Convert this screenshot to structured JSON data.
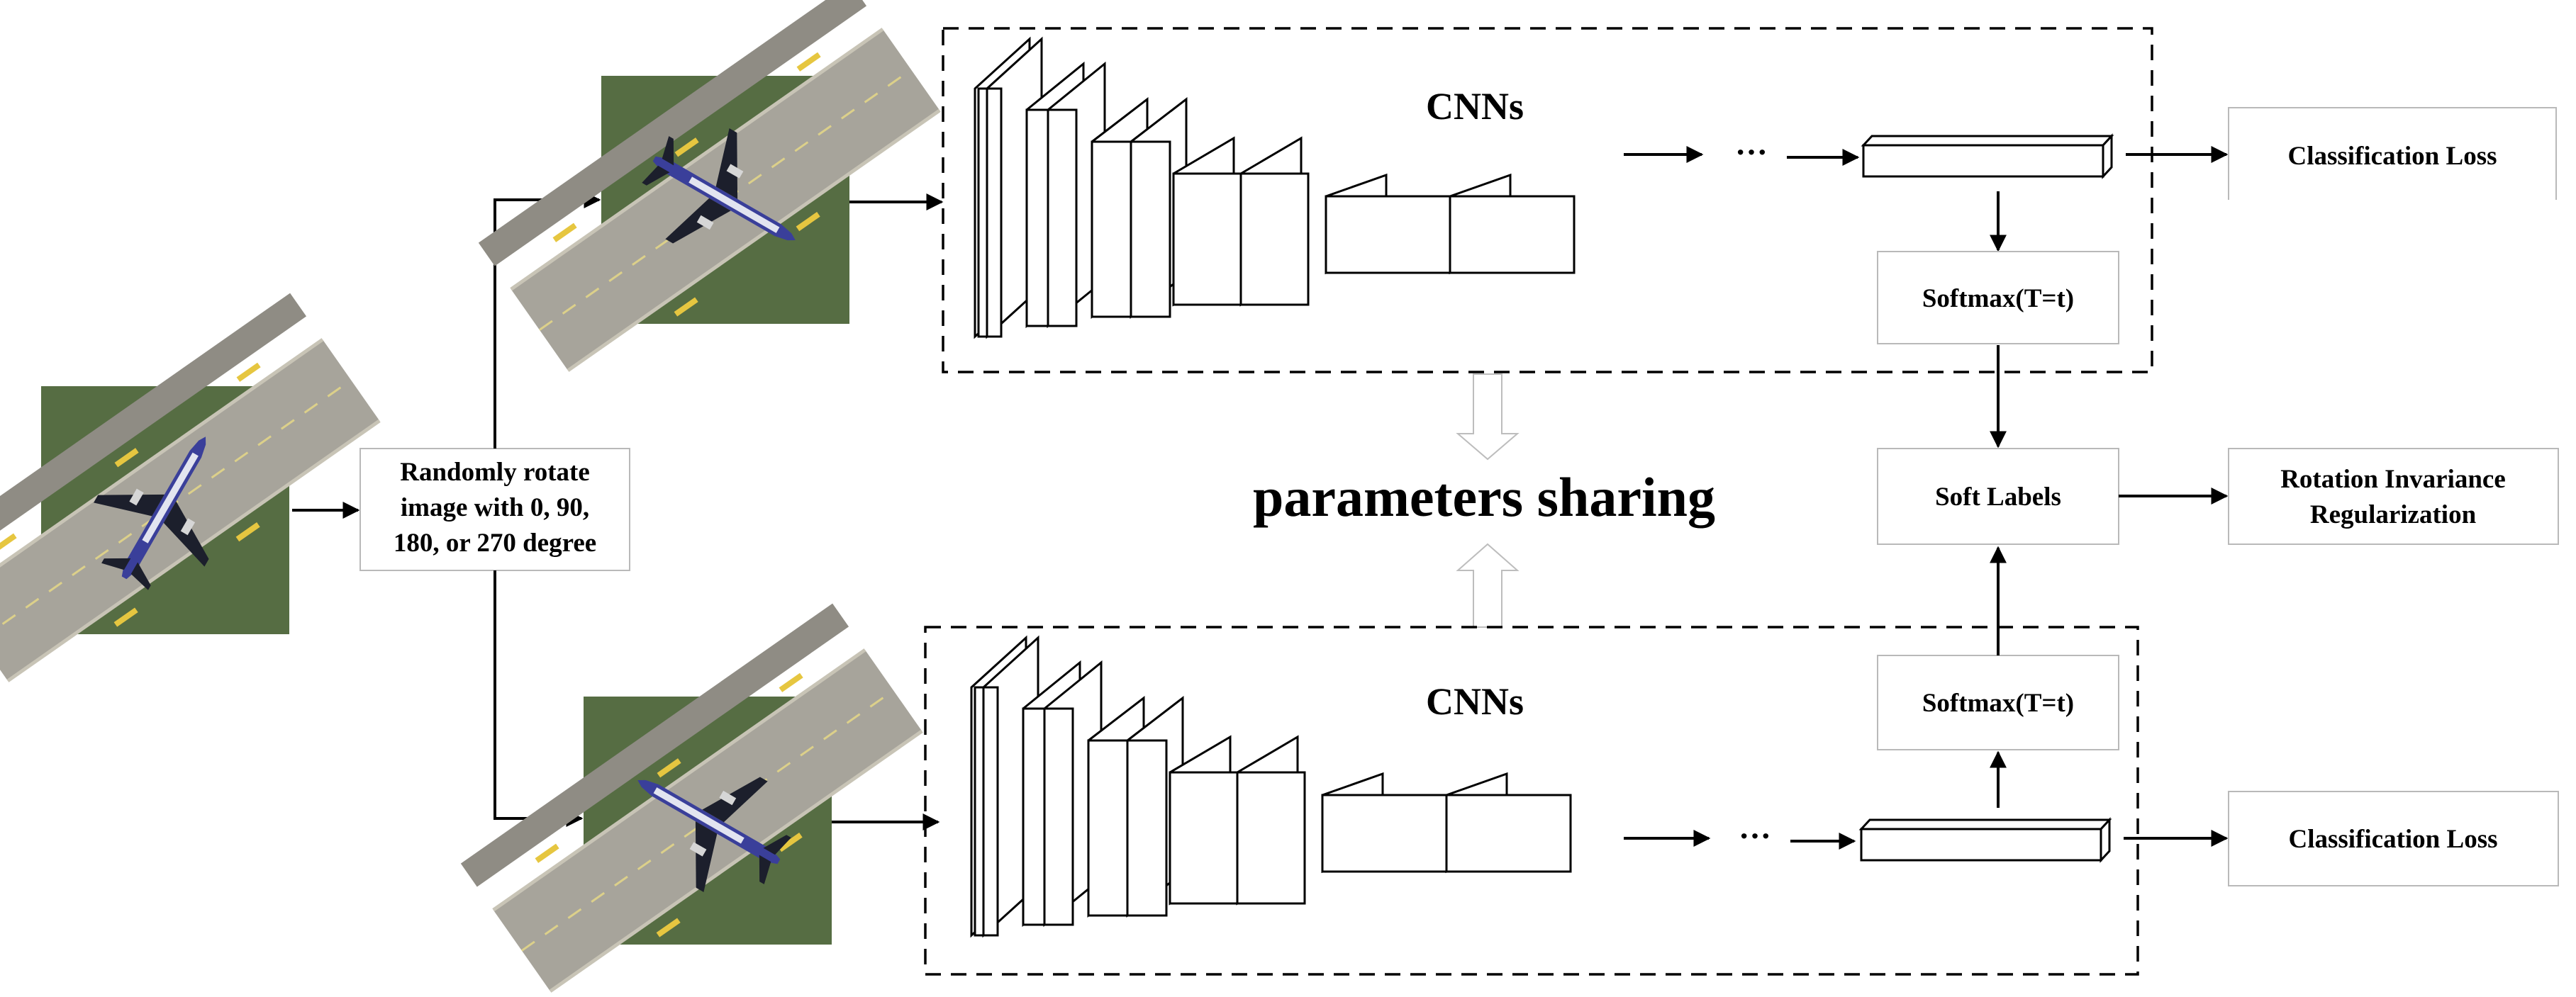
{
  "input_label_lines": [
    "Randomly rotate",
    "image with 0, 90,",
    "180, or 270 degree"
  ],
  "top_branch": {
    "network_label": "CNNs",
    "ellipsis": "···",
    "softmax_label": "Softmax(T=t)",
    "loss_label": "Classification Loss"
  },
  "bottom_branch": {
    "network_label": "CNNs",
    "ellipsis": "···",
    "softmax_label": "Softmax(T=t)",
    "loss_label": "Classification Loss"
  },
  "shared_label": "parameters sharing",
  "soft_labels_label": "Soft Labels",
  "regularization_label_lines": [
    "Rotation Invariance",
    "Regularization"
  ],
  "images": [
    {
      "name": "input-aircraft-image",
      "rotation_deg": 30
    },
    {
      "name": "rotated-aircraft-image-top",
      "rotation_deg": 120
    },
    {
      "name": "rotated-aircraft-image-bottom",
      "rotation_deg": -60
    }
  ],
  "colors": {
    "line": "#000000",
    "box_border": "#b9b9b9",
    "grass": "#566d43",
    "runway": "#a7a49b",
    "marking": "#e6c640",
    "fuselage": "#3a3f9a",
    "wing": "#1c1f2c"
  }
}
